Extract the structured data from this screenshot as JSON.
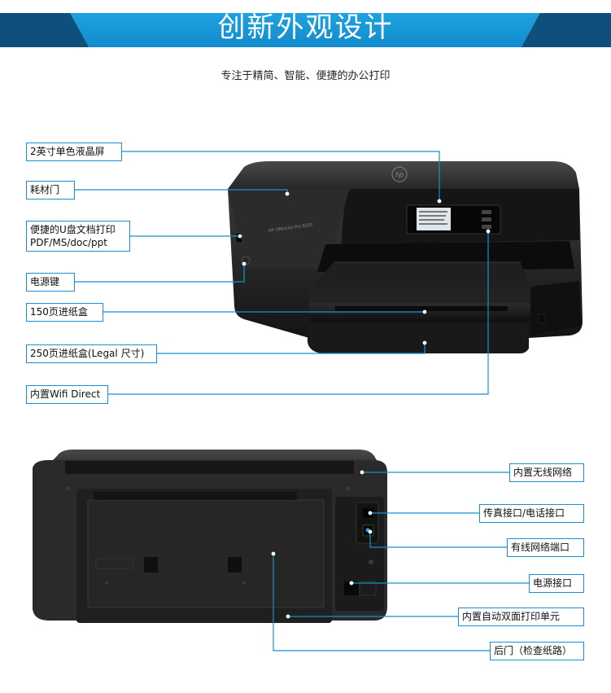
{
  "banner": {
    "title": "创新外观设计"
  },
  "subtitle": "专注于精简、智能、便捷的办公打印",
  "front_labels": [
    {
      "id": "lcd",
      "text": "2英寸单色液晶屏"
    },
    {
      "id": "door",
      "text": "耗材门"
    },
    {
      "id": "usb",
      "line1": "便捷的U盘文档打印",
      "line2": "PDF/MS/doc/ppt"
    },
    {
      "id": "power-key",
      "text": "电源键"
    },
    {
      "id": "tray150",
      "text": "150页进纸盒"
    },
    {
      "id": "tray250",
      "text": "250页进纸盒(Legal 尺寸)"
    },
    {
      "id": "wifi",
      "text": "内置Wifi Direct"
    }
  ],
  "back_labels": [
    {
      "id": "wireless",
      "text": "内置无线网络"
    },
    {
      "id": "fax",
      "text": "传真接口/电话接口"
    },
    {
      "id": "ethernet",
      "text": "有线网络端口"
    },
    {
      "id": "power-port",
      "text": "电源接口"
    },
    {
      "id": "duplex",
      "text": "内置自动双面打印单元"
    },
    {
      "id": "rear-door",
      "text": "后门（检查纸路）"
    }
  ],
  "printer": {
    "brand_logo": "hp",
    "model_text": "HP OfficeJet Pro 8210"
  },
  "colors": {
    "accent": "#1a8fd1",
    "banner_dark": "#0e4f7e",
    "printer_body": "#1e1e1e"
  }
}
